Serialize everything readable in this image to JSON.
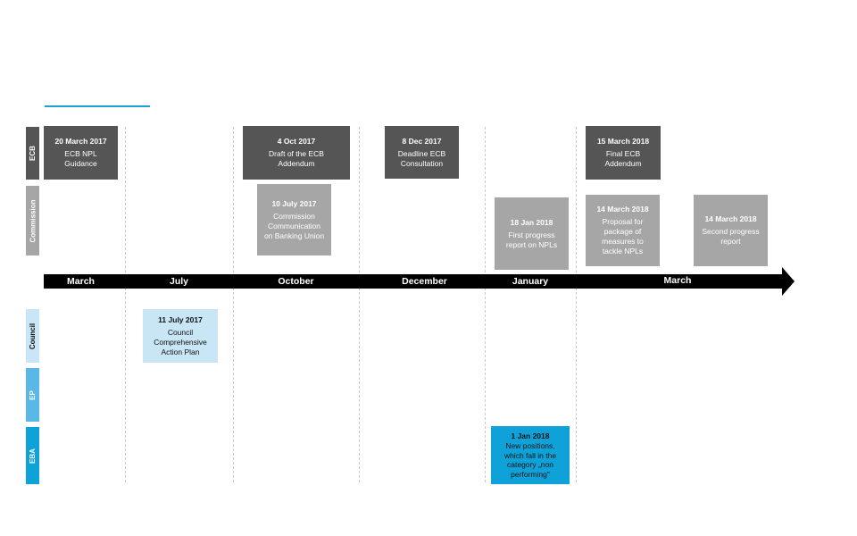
{
  "lanes": {
    "ecb": "ECB",
    "commission": "Commission",
    "council": "Council",
    "ep": "EP",
    "eba": "EBA"
  },
  "months": [
    "March",
    "July",
    "October",
    "December",
    "January",
    "March"
  ],
  "events": {
    "ecb_1": {
      "date": "20 March 2017",
      "text": "ECB NPL\nGuidance"
    },
    "ecb_2": {
      "date": "4 Oct 2017",
      "text": "Draft of the ECB\nAddendum"
    },
    "ecb_3": {
      "date": "8 Dec 2017",
      "text": "Deadline ECB\nConsultation"
    },
    "ecb_4": {
      "date": "15 March 2018",
      "text": "Final ECB\nAddendum"
    },
    "com_1": {
      "date": "10 July 2017",
      "text": "Commission\nCommunication\non Banking Union"
    },
    "com_2": {
      "date": "18 Jan 2018",
      "text": "First progress\nreport on NPLs"
    },
    "com_3": {
      "date": "14 March 2018",
      "text": "Proposal for\npackage of\nmeasures to\ntackle NPLs"
    },
    "com_4": {
      "date": "14 March 2018",
      "text": "Second progress\nreport"
    },
    "council_1": {
      "date": "11 July 2017",
      "text": "Council\nComprehensive\nAction Plan"
    },
    "eba_1": {
      "date": "1 Jan 2018",
      "text": "New positions,\nwhich fall in the\ncategory „non\nperforming\""
    }
  },
  "colors": {
    "accent_line": "#1ba1d6",
    "ecb": "#555555",
    "commission": "#a6a6a6",
    "council": "#c9e6f6",
    "ep": "#5ab8e6",
    "eba": "#0fa2d9",
    "timeline": "#000000"
  }
}
